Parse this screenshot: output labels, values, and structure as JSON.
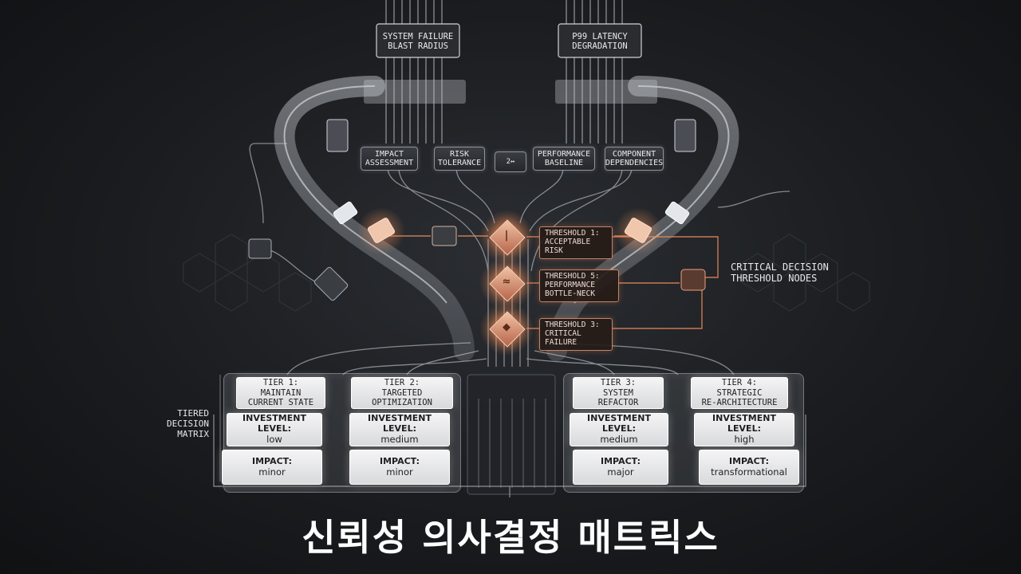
{
  "inputs": [
    {
      "label_line1": "SYSTEM FAILURE",
      "label_line2": "BLAST RADIUS"
    },
    {
      "label_line1": "P99 LATENCY",
      "label_line2": "DEGRADATION"
    }
  ],
  "factors": [
    {
      "line1": "IMPACT",
      "line2": "ASSESSMENT"
    },
    {
      "line1": "RISK",
      "line2": "TOLERANCE"
    },
    {
      "line1": "PERFORMANCE",
      "line2": "BASELINE"
    },
    {
      "line1": "COMPONENT",
      "line2": "DEPENDENCIES"
    }
  ],
  "center_chip": "2↔",
  "thresholds": [
    {
      "line1": "THRESHOLD 1:",
      "line2": "ACCEPTABLE RISK",
      "line3": ""
    },
    {
      "line1": "THRESHOLD 5:",
      "line2": "PERFORMANCE",
      "line3": "BOTTLE-NECK"
    },
    {
      "line1": "THRESHOLD 3:",
      "line2": "CRITICAL FAILURE",
      "line3": ""
    }
  ],
  "critical_label": {
    "line1": "CRITICAL DECISION",
    "line2": "THRESHOLD NODES"
  },
  "matrix_label": {
    "line1": "TIERED",
    "line2": "DECISION",
    "line3": "MATRIX"
  },
  "tiers": [
    {
      "title1": "TIER 1:",
      "title2": "MAINTAIN",
      "title3": "CURRENT STATE",
      "invest_label": "INVESTMENT LEVEL:",
      "invest_value": "low",
      "impact_label": "IMPACT:",
      "impact_value": "minor"
    },
    {
      "title1": "TIER 2:",
      "title2": "TARGETED",
      "title3": "OPTIMIZATION",
      "invest_label": "INVESTMENT LEVEL:",
      "invest_value": "medium",
      "impact_label": "IMPACT:",
      "impact_value": "minor"
    },
    {
      "title1": "TIER 3:",
      "title2": "SYSTEM",
      "title3": "REFACTOR",
      "invest_label": "INVESTMENT LEVEL:",
      "invest_value": "medium",
      "impact_label": "IMPACT:",
      "impact_value": "major"
    },
    {
      "title1": "TIER 4:",
      "title2": "STRATEGIC",
      "title3": "RE-ARCHITECTURE",
      "invest_label": "INVESTMENT LEVEL:",
      "invest_value": "high",
      "impact_label": "IMPACT:",
      "impact_value": "transformational"
    }
  ],
  "title": "신뢰성 의사결정 매트릭스",
  "colors": {
    "accent": "#e8875a",
    "glass": "#c8ccd2",
    "background": "#1a1c1f"
  }
}
